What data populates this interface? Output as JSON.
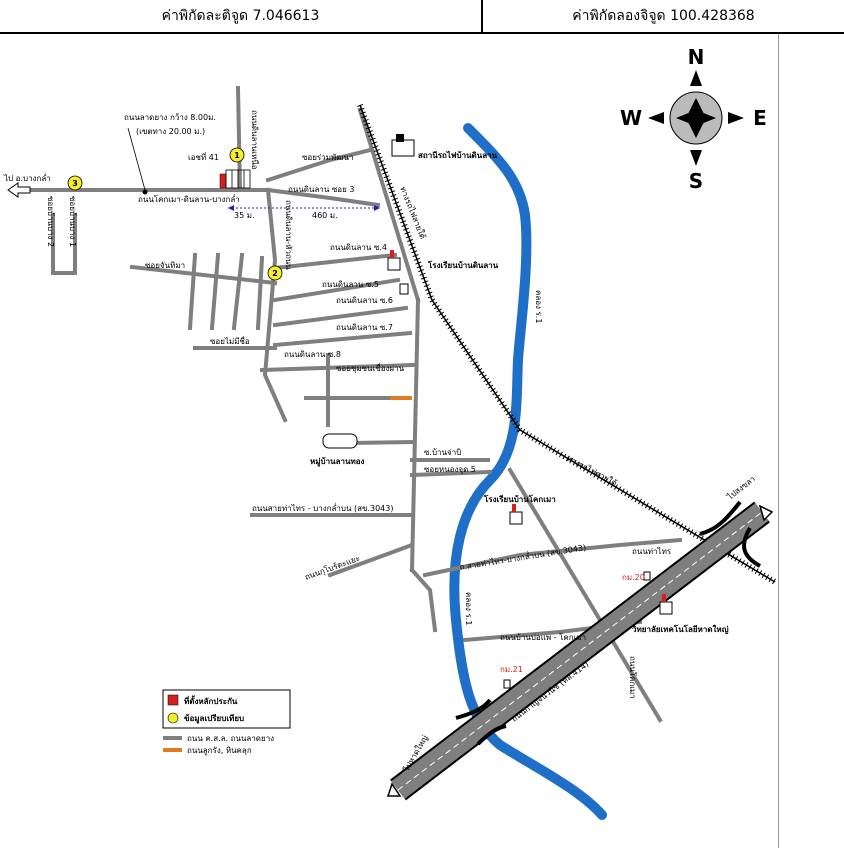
{
  "coordinates": {
    "latitude_label": "ค่าพิกัดละติจูด 7.046613",
    "longitude_label": "ค่าพิกัดลองจิจูด 100.428368"
  },
  "compass": {
    "north": "N",
    "south": "S",
    "east": "E",
    "west": "W"
  },
  "labels": {
    "road_width": "ถนนลาดยาง กว้าง 8.00ม.",
    "road_zone": "(เขตทาง 20.00 ม.)",
    "house_no": "เอชที่ 41",
    "to_bangklam": "ไป อ.บางกล่ำ",
    "main_road": "ถนนโคกเมา-ดินลาน-บางกล่ำ",
    "dist_35": "35 ม.",
    "dist_460": "460 ม.",
    "soi_ruamphatthana": "ซอยร่วมพัฒนา",
    "dinlan_soi3": "ถนนดินลาน ซอย 3",
    "railway_north": "ทางรถไฟสายใต้",
    "station": "สถานีรถไฟบ้านดินลาน",
    "road_dinlan_north": "ถนนดินลานเหนือ",
    "road_dinlan_south": "ถนนดินลาน-หัวถนน",
    "soi_left1": "ซอยบ้านบาง 2",
    "soi_left2": "ซอยบ้านบาง 1",
    "dinlan_soi4": "ถนนดินลาน ซ.4",
    "school_dinlan": "โรงเรียนบ้านดินลาน",
    "soi_chanthima": "ซอยจันทิมา",
    "dinlan_soi5": "ถนนดินลาน ซ.5",
    "dinlan_soi6": "ถนนดินลาน ซ.6",
    "dinlan_soi7": "ถนนดินลาน ซ.7",
    "soi_maimichue": "ซอยไม่มีชื่อ",
    "dinlan_soi8": "ถนนดินลาน ซ.8",
    "soi_chumchon": "ซอยชุมชนเชื่องผ่าน",
    "canal_right": "คลอง ร.1",
    "village": "หมู่บ้านลานทอง",
    "soi_banchaobi": "ซ.บ้านจ่าบิ",
    "soi_nongchut5": "ซอยหนองจุด 5",
    "road_3043": "ถนนสายท่าไทร - บางกล่ำบน (สข.3043)",
    "railway_south": "ทางรถไฟสายใต้",
    "school_khokmao": "โรงเรียนบ้านโคกเมา",
    "to_songkhla": "ไปสงขลา",
    "road_kulo": "ถนนกุโบร์ตะแยะ",
    "road_3043_b": "ถ.สายท่าไทร-บางกล่ำบน (สข.3043)",
    "road_thasai": "ถนนท่าไทร",
    "km20": "กม.20",
    "canal_left": "คลอง ร.1",
    "road_bonpae": "ถนนบ้านบ่อแพ - โคกเมา",
    "college": "วิทยาลัยเทคโนโลยีหาดใหญ่",
    "road_khokmao": "ถนนโคกเมา",
    "km21": "กม.21",
    "road_kanchanawanit": "ถนนกาญจนวนิช (ทล.414)",
    "to_hatyai": "ไปหาดใหญ่"
  },
  "legend": {
    "collateral": "ที่ตั้งหลักประกัน",
    "comparison": "ข้อมูลเปรียบเทียบ",
    "paved": "ถนน ค.ส.ล. ถนนลาดยาง",
    "laterite": "ถนนลูกรัง, หินคลุก"
  },
  "markers": {
    "m1": "1",
    "m2": "2",
    "m3": "3"
  },
  "colors": {
    "road": "#7f7f7f",
    "canal": "#1f6fc8",
    "laterite": "#e07b1e",
    "collateral": "#d62020",
    "marker": "#f5ee28"
  }
}
